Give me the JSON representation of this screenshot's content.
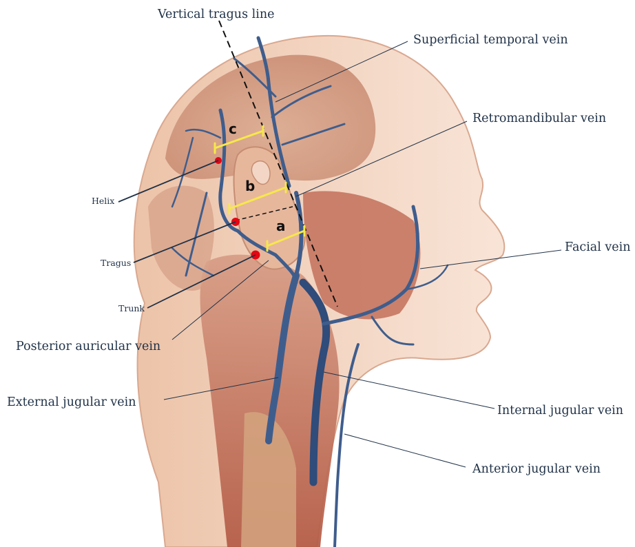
{
  "labels": {
    "vertical_tragus_line": "Vertical tragus line",
    "superficial_temporal_vein": "Superficial temporal vein",
    "retromandibular_vein": "Retromandibular vein",
    "helix": "Helix",
    "tragus": "Tragus",
    "trunk": "Trunk",
    "facial_vein": "Facial vein",
    "posterior_auricular_vein": "Posterior auricular vein",
    "external_jugular_vein": "External jugular vein",
    "internal_jugular_vein": "Internal jugular vein",
    "anterior_jugular_vein": "Anterior jugular vein"
  },
  "segments": {
    "a": "a",
    "b": "b",
    "c": "c"
  },
  "colors": {
    "skin": "#f2d3bd",
    "muscle": "#b9614d",
    "vein": "#3f5d8c",
    "marker": "#e30613",
    "measure": "#f6e84a",
    "text": "#1f3147"
  }
}
